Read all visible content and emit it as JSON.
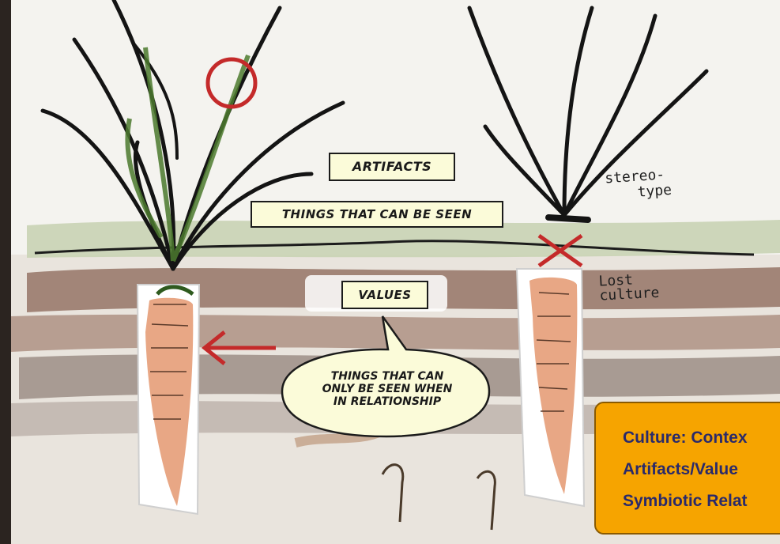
{
  "captions": {
    "artifacts": "ARTIFACTS",
    "things_seen": "THINGS THAT CAN BE SEEN",
    "values": "VALUES"
  },
  "speech_bubble": {
    "line1": "THINGS THAT CAN",
    "line2": "ONLY BE SEEN WHEN",
    "line3": "IN RELATIONSHIP"
  },
  "handwritten": {
    "stereotype_line1": "stereo-",
    "stereotype_line2": "type",
    "lost_line1": "Lost",
    "lost_line2": "culture"
  },
  "summary_box": {
    "line1": "Culture: Contex",
    "line2": "Artifacts/Value",
    "line3": "Symbiotic Relat"
  },
  "colors": {
    "soil": "#7a5a4a",
    "grass_band": "#c9d3b4",
    "carrot": "#e49870",
    "leaf_green": "#4c7a2e",
    "red_marks": "#c42a2a",
    "caption_fill": "#fbfbd9",
    "summary_fill": "#f6a400",
    "summary_text": "#2a2a6a"
  }
}
